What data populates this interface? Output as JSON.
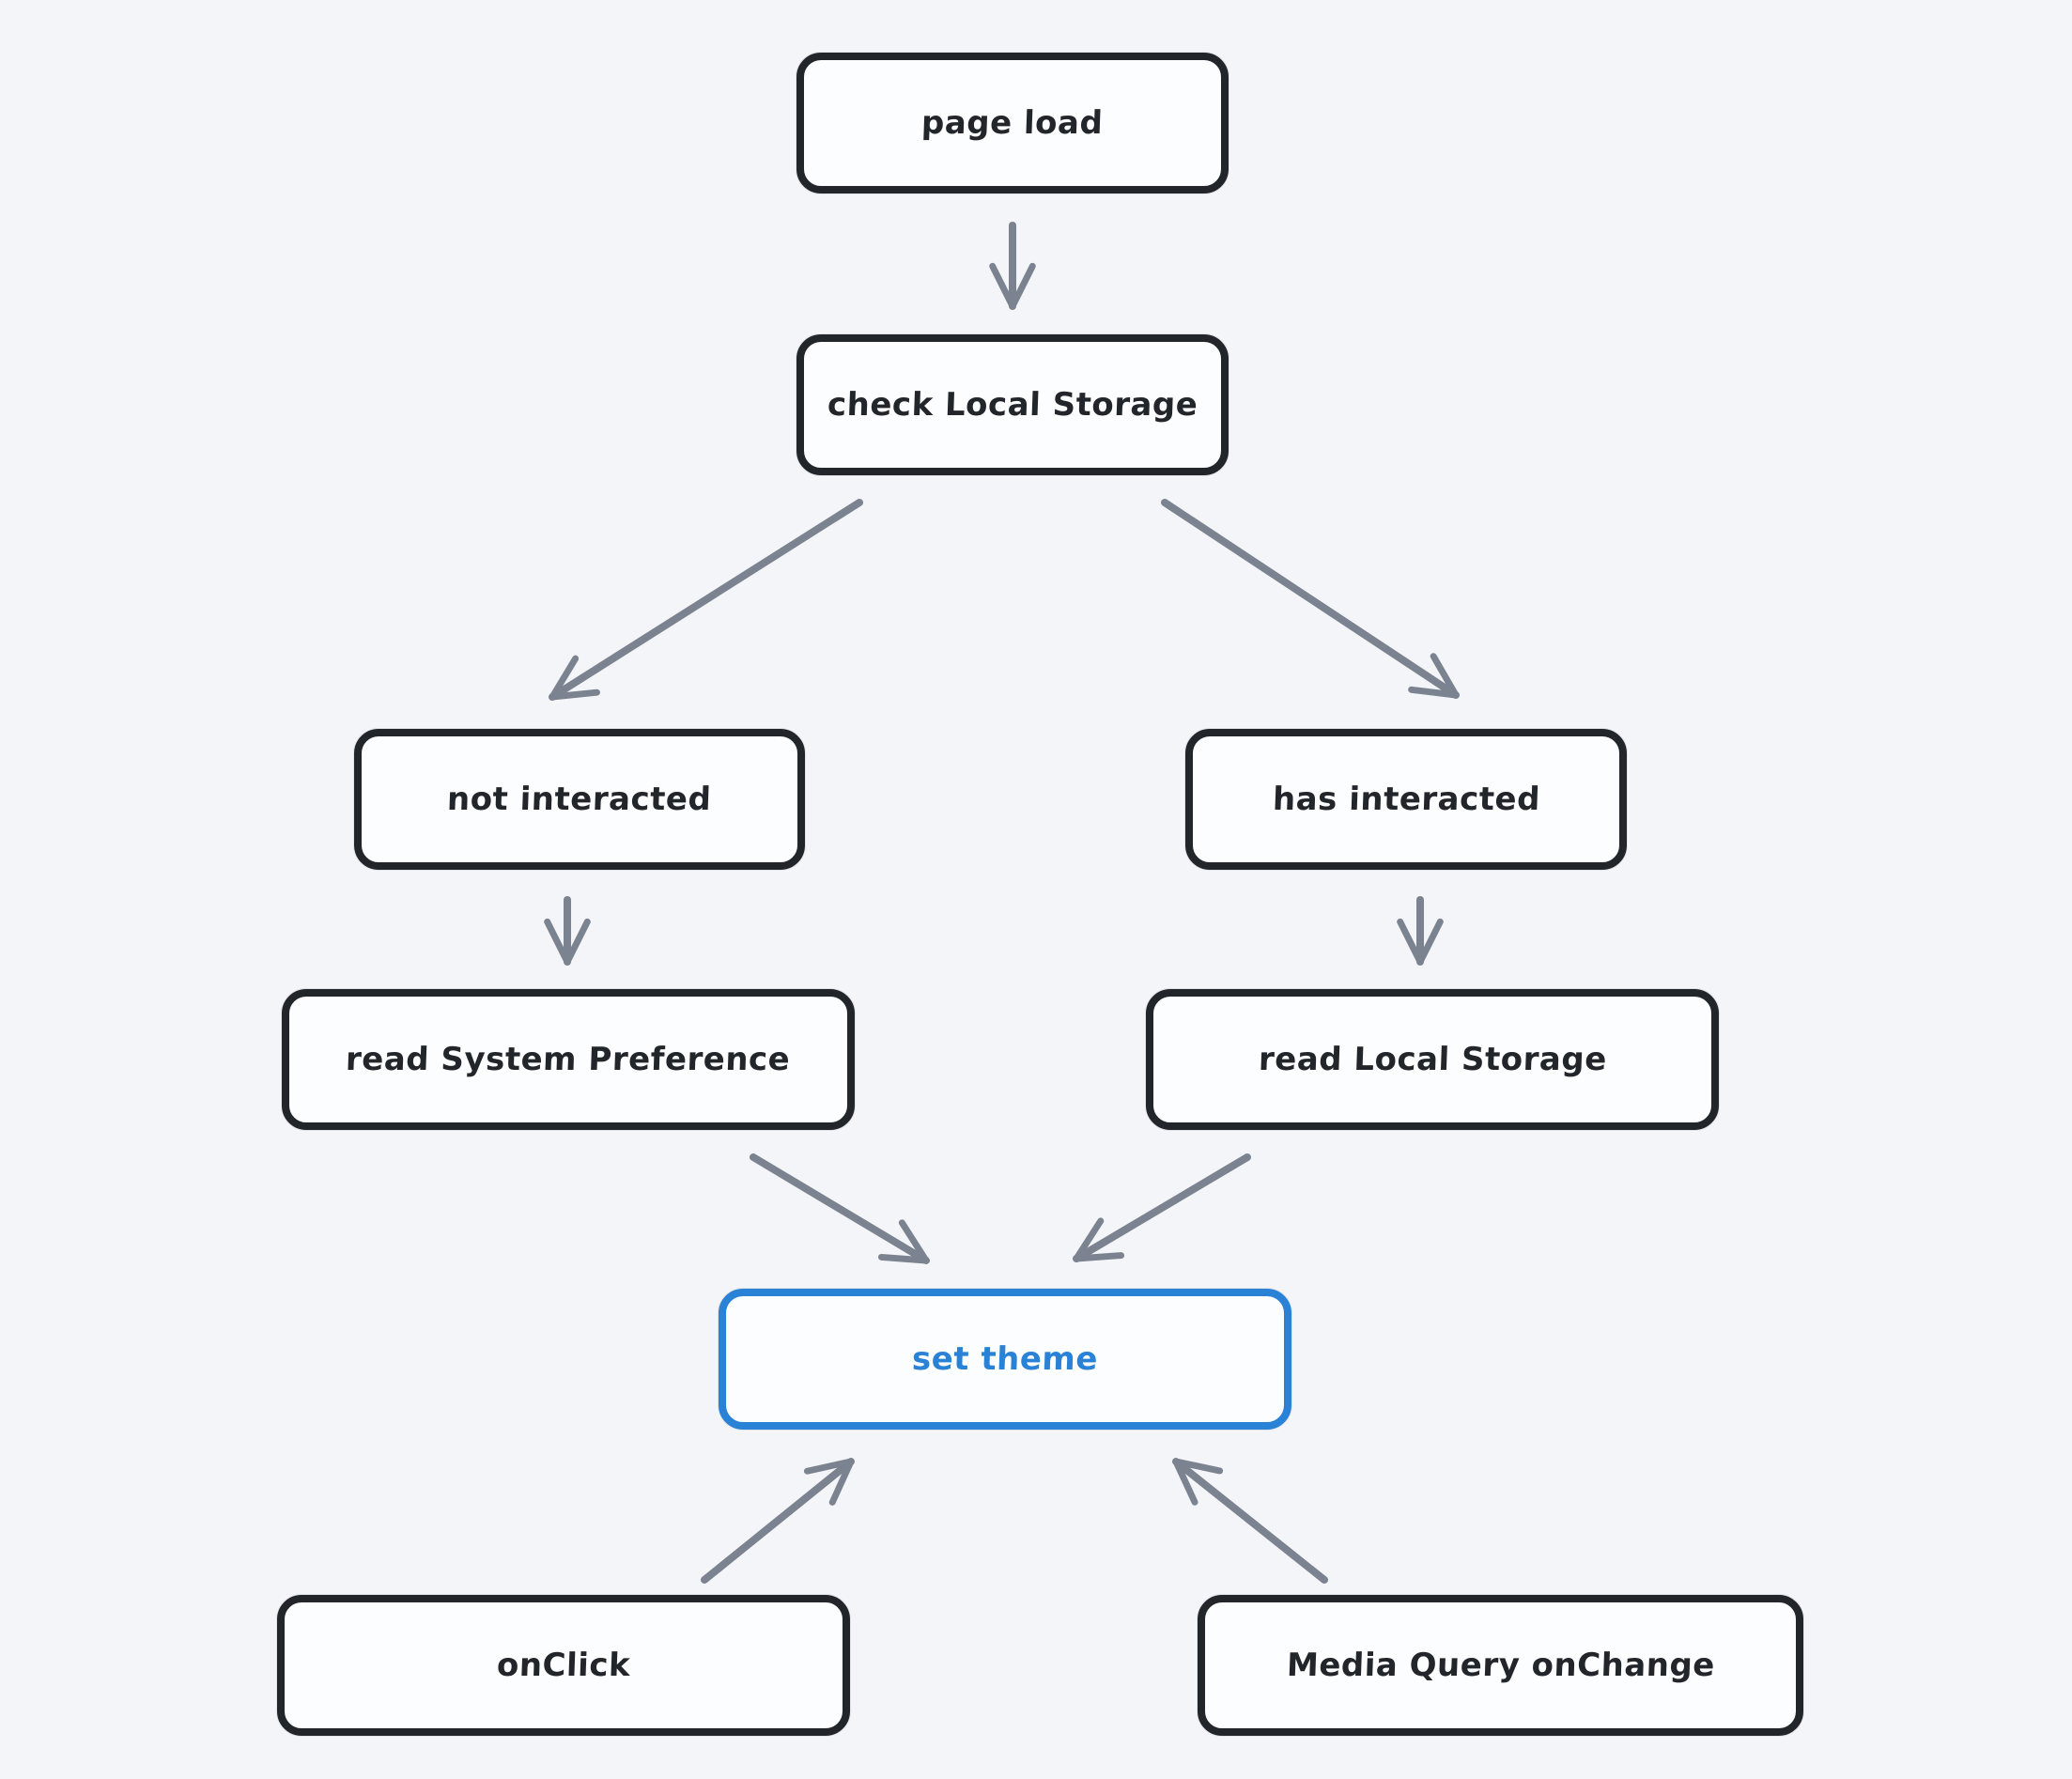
{
  "colors": {
    "background": "#f4f5f8",
    "node_fill": "#fcfdfe",
    "stroke_dark": "#22252a",
    "accent_blue": "#2a82d6",
    "arrow_gray": "#7c8390"
  },
  "nodes": [
    {
      "id": "page-load",
      "label": "page load",
      "variant": "default"
    },
    {
      "id": "check-local-storage",
      "label": "check Local Storage",
      "variant": "default"
    },
    {
      "id": "not-interacted",
      "label": "not interacted",
      "variant": "default"
    },
    {
      "id": "has-interacted",
      "label": "has interacted",
      "variant": "default"
    },
    {
      "id": "read-system-preference",
      "label": "read System Preference",
      "variant": "default"
    },
    {
      "id": "read-local-storage",
      "label": "read Local Storage",
      "variant": "default"
    },
    {
      "id": "set-theme",
      "label": "set theme",
      "variant": "accent"
    },
    {
      "id": "onclick",
      "label": "onClick",
      "variant": "default"
    },
    {
      "id": "media-query-onchange",
      "label": "Media Query onChange",
      "variant": "default"
    }
  ],
  "edges": [
    {
      "from": "page-load",
      "to": "check-local-storage"
    },
    {
      "from": "check-local-storage",
      "to": "not-interacted"
    },
    {
      "from": "check-local-storage",
      "to": "has-interacted"
    },
    {
      "from": "not-interacted",
      "to": "read-system-preference"
    },
    {
      "from": "has-interacted",
      "to": "read-local-storage"
    },
    {
      "from": "read-system-preference",
      "to": "set-theme"
    },
    {
      "from": "read-local-storage",
      "to": "set-theme"
    },
    {
      "from": "onclick",
      "to": "set-theme"
    },
    {
      "from": "media-query-onchange",
      "to": "set-theme"
    }
  ]
}
